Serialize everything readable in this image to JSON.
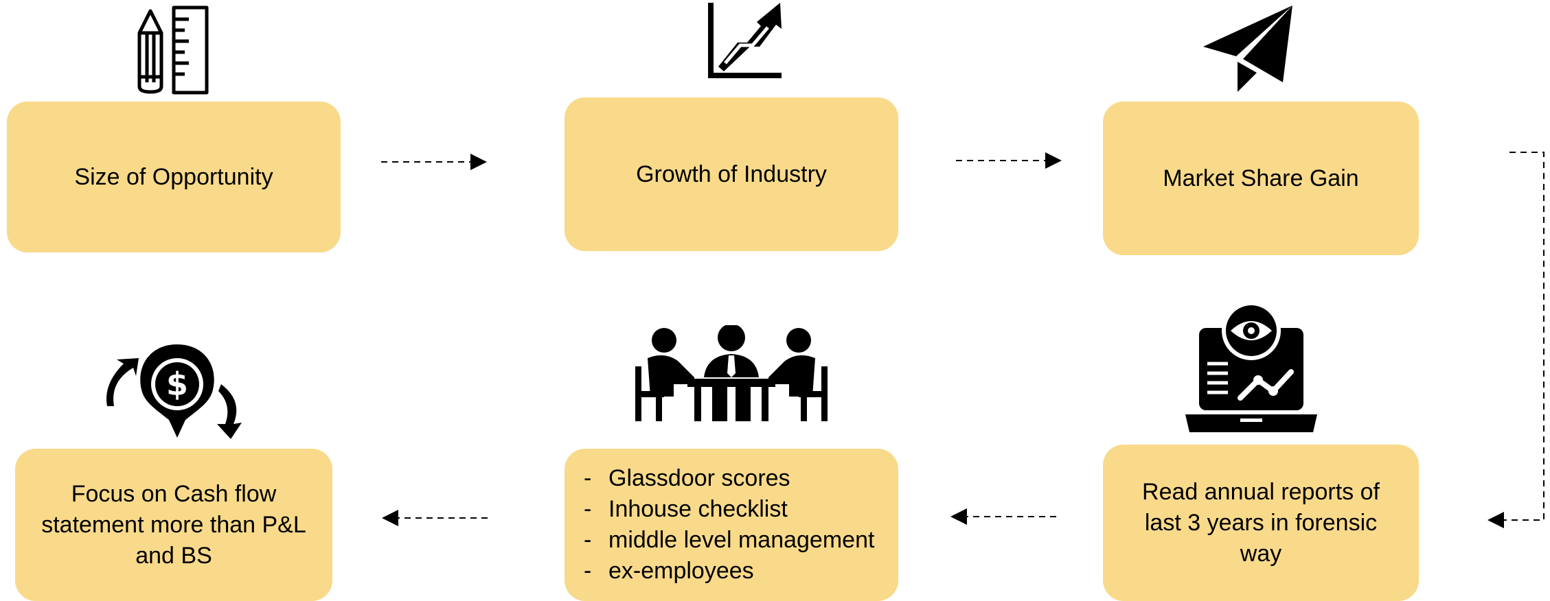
{
  "steps": [
    {
      "label": "Size of Opportunity",
      "icon": "pencil-ruler-icon"
    },
    {
      "label": "Growth of Industry",
      "icon": "growth-chart-icon"
    },
    {
      "label": "Market Share Gain",
      "icon": "paper-plane-icon"
    },
    {
      "label": "Read annual reports of last 3 years in forensic way",
      "icon": "laptop-analytics-icon"
    },
    {
      "items": [
        "Glassdoor scores",
        "Inhouse checklist",
        "middle level management",
        "ex-employees"
      ],
      "icon": "meeting-people-icon"
    },
    {
      "label": "Focus on Cash flow statement more than P&L and BS",
      "icon": "cash-flow-icon"
    }
  ],
  "colors": {
    "box_fill": "#f8da8a",
    "icon": "#000000",
    "arrow": "#000000"
  }
}
